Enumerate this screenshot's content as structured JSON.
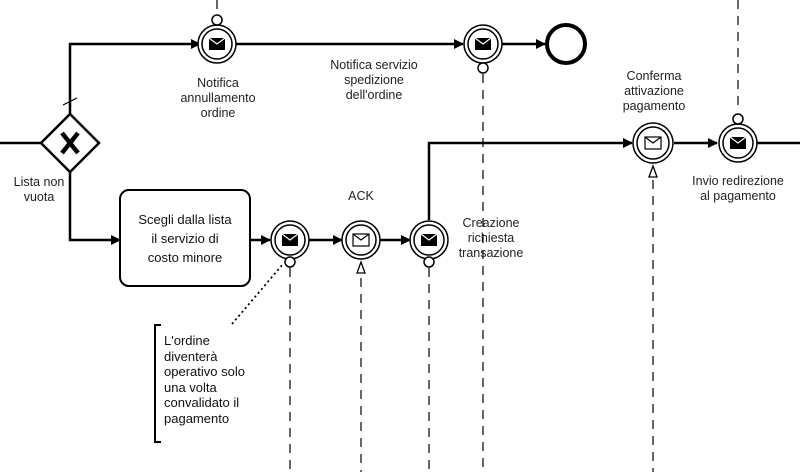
{
  "diagram": {
    "gateway_condition": "Lista non\nvuota",
    "task_label": "Scegli dalla lista\nil servizio di\ncosto minore",
    "events": {
      "notifica_annullamento": "Notifica\nannullamento\nordine",
      "notifica_spedizione": "Notifica servizio\nspedizione\ndell'ordine",
      "ack": "ACK",
      "creazione_transazione": "Creazione\nrichiesta\ntransazione",
      "conferma_pagamento": "Conferma\nattivazione\npagamento",
      "invio_redirezione": "Invio redirezione\nal pagamento"
    },
    "annotation": "L'ordine\ndiventerà\noperativo solo\nuna volta\nconvalidato il\npagamento"
  },
  "colors": {
    "stroke": "#000000",
    "text": "#222222",
    "background": "#ffffff"
  },
  "icons": [
    "gateway-exclusive-icon",
    "envelope-icon"
  ]
}
